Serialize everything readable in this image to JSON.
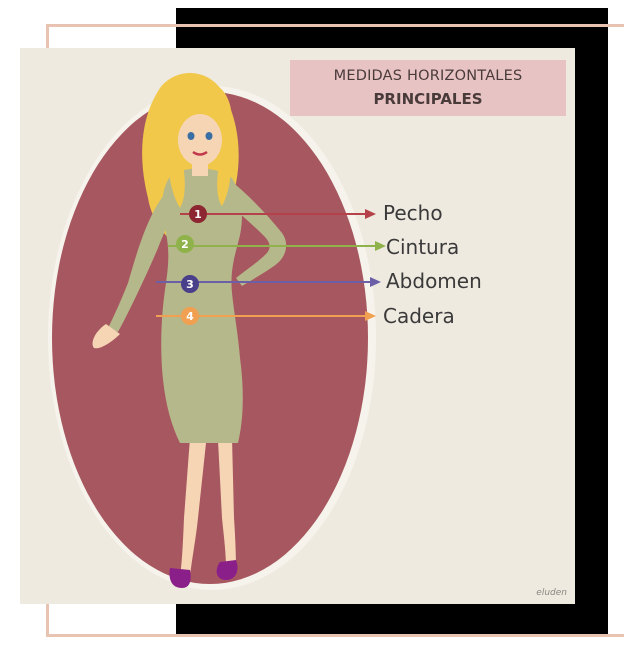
{
  "title": {
    "line1": "MEDIDAS HORIZONTALES",
    "line2": "PRINCIPALES"
  },
  "measurements": [
    {
      "number": "1",
      "label": "Pecho",
      "color": "#b5424b"
    },
    {
      "number": "2",
      "label": "Cintura",
      "color": "#8fb34a"
    },
    {
      "number": "3",
      "label": "Abdomen",
      "color": "#6b5fa8"
    },
    {
      "number": "4",
      "label": "Cadera",
      "color": "#f0a050"
    }
  ],
  "signature": "eluden"
}
